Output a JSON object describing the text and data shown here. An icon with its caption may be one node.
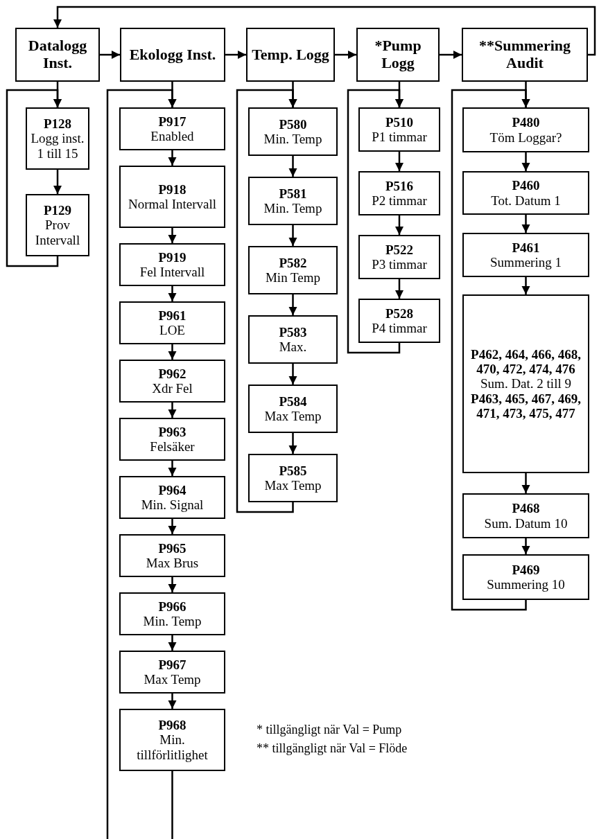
{
  "diagram": {
    "nodes": [
      {
        "text": [
          "Datalogg Inst."
        ]
      },
      {
        "text": [
          "Ekologg Inst."
        ]
      },
      {
        "text": [
          "Temp. Logg"
        ]
      },
      {
        "text": [
          "*Pump Logg"
        ]
      },
      {
        "text": [
          "**Summering Audit"
        ]
      },
      {
        "text": [
          "P128",
          "Logg inst. 1 till 15"
        ]
      },
      {
        "text": [
          "P129",
          "Prov Intervall"
        ]
      },
      {
        "text": [
          "P917",
          "Enabled"
        ]
      },
      {
        "text": [
          "P918",
          "Normal Intervall"
        ]
      },
      {
        "text": [
          "P919",
          "Fel Intervall"
        ]
      },
      {
        "text": [
          "P961",
          "LOE"
        ]
      },
      {
        "text": [
          "P962",
          "Xdr Fel"
        ]
      },
      {
        "text": [
          "P963",
          "Felsäker"
        ]
      },
      {
        "text": [
          "P964",
          "Min. Signal"
        ]
      },
      {
        "text": [
          "P965",
          "Max Brus"
        ]
      },
      {
        "text": [
          "P966",
          "Min. Temp"
        ]
      },
      {
        "text": [
          "P967",
          "Max Temp"
        ]
      },
      {
        "text": [
          "P968",
          "Min. tillförlitlighet"
        ]
      },
      {
        "text": [
          "P580",
          "Min. Temp"
        ]
      },
      {
        "text": [
          "P581",
          "Min. Temp"
        ]
      },
      {
        "text": [
          "P582",
          "Min Temp"
        ]
      },
      {
        "text": [
          "P583",
          "Max."
        ]
      },
      {
        "text": [
          "P584",
          "Max Temp"
        ]
      },
      {
        "text": [
          "P585",
          "Max Temp"
        ]
      },
      {
        "text": [
          "P510",
          "P1 timmar"
        ]
      },
      {
        "text": [
          "P516",
          "P2 timmar"
        ]
      },
      {
        "text": [
          "P522",
          "P3 timmar"
        ]
      },
      {
        "text": [
          "P528",
          "P4 timmar"
        ]
      },
      {
        "text": [
          "P480",
          "Töm Loggar?"
        ]
      },
      {
        "text": [
          "P460",
          "Tot. Datum 1"
        ]
      },
      {
        "text": [
          "P461",
          "Summering 1"
        ]
      },
      {
        "text": [
          "P462, 464, 466, 468, 470, 472, 474, 476",
          "Sum. Dat. 2 till 9",
          "P463, 465, 467, 469, 471, 473, 475, 477"
        ]
      },
      {
        "text": [
          "P468",
          "Sum. Datum 10"
        ]
      },
      {
        "text": [
          "P469",
          "Summering 10"
        ]
      }
    ],
    "edges": [
      {
        "from": 0,
        "to": 1,
        "arrow": "to"
      },
      {
        "from": 1,
        "to": 2,
        "arrow": "to"
      },
      {
        "from": 2,
        "to": 3,
        "arrow": "to"
      },
      {
        "from": 3,
        "to": 4,
        "arrow": "to"
      },
      {
        "from": 4,
        "to": 0,
        "arrow": "to"
      },
      {
        "from": 0,
        "to": 5,
        "arrow": "to"
      },
      {
        "from": 5,
        "to": 6,
        "arrow": "to"
      },
      {
        "from": 6,
        "to": 5,
        "arrow": "to"
      },
      {
        "from": 1,
        "to": 7,
        "arrow": "to"
      },
      {
        "from": 7,
        "to": 8,
        "arrow": "to"
      },
      {
        "from": 8,
        "to": 9,
        "arrow": "to"
      },
      {
        "from": 9,
        "to": 10,
        "arrow": "to"
      },
      {
        "from": 10,
        "to": 11,
        "arrow": "to"
      },
      {
        "from": 11,
        "to": 12,
        "arrow": "to"
      },
      {
        "from": 12,
        "to": 13,
        "arrow": "to"
      },
      {
        "from": 13,
        "to": 14,
        "arrow": "to"
      },
      {
        "from": 14,
        "to": 15,
        "arrow": "to"
      },
      {
        "from": 15,
        "to": 16,
        "arrow": "to"
      },
      {
        "from": 16,
        "to": 17,
        "arrow": "to"
      },
      {
        "from": 17,
        "to": 7,
        "arrow": "to"
      },
      {
        "from": 2,
        "to": 18,
        "arrow": "to"
      },
      {
        "from": 18,
        "to": 19,
        "arrow": "to"
      },
      {
        "from": 19,
        "to": 20,
        "arrow": "to"
      },
      {
        "from": 20,
        "to": 21,
        "arrow": "to"
      },
      {
        "from": 21,
        "to": 22,
        "arrow": "to"
      },
      {
        "from": 22,
        "to": 23,
        "arrow": "to"
      },
      {
        "from": 23,
        "to": 18,
        "arrow": "to"
      },
      {
        "from": 3,
        "to": 24,
        "arrow": "to"
      },
      {
        "from": 24,
        "to": 25,
        "arrow": "to"
      },
      {
        "from": 25,
        "to": 26,
        "arrow": "to"
      },
      {
        "from": 26,
        "to": 27,
        "arrow": "to"
      },
      {
        "from": 27,
        "to": 24,
        "arrow": "to"
      },
      {
        "from": 4,
        "to": 28,
        "arrow": "to"
      },
      {
        "from": 28,
        "to": 29,
        "arrow": "to"
      },
      {
        "from": 29,
        "to": 30,
        "arrow": "to"
      },
      {
        "from": 30,
        "to": 31,
        "arrow": "to"
      },
      {
        "from": 31,
        "to": 32,
        "arrow": "to"
      },
      {
        "from": 32,
        "to": 33,
        "arrow": "to"
      },
      {
        "from": 33,
        "to": 28,
        "arrow": "to"
      }
    ],
    "labels": [
      "* tillgängligt när Val = Pump",
      "** tillgängligt när Val = Flöde"
    ]
  }
}
